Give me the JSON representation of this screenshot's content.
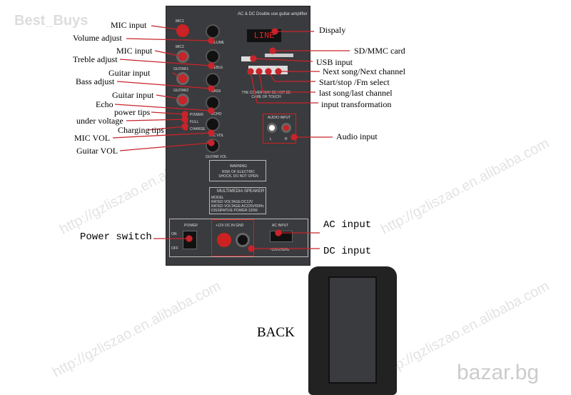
{
  "watermarks": {
    "top_left": "Best_Buys",
    "site": "http://gzliszao.en.alibaba.com",
    "bottom_right": "bazar.bg"
  },
  "panel": {
    "title": "AC & DC Double use guitar-amplifier",
    "display": "LINE",
    "jacks": [
      "MIC1",
      "MIC2",
      "GUITAR1",
      "GUITAR2"
    ],
    "knobs": [
      "VOLUME",
      "TREBLE",
      "BASS",
      "ECHO",
      "MIC VOL",
      "GUITAR VOL"
    ],
    "leds": [
      "POWER",
      "FULL",
      "CHARGE"
    ],
    "heat_warning": "THE COVER MAY BE HOT BE CARE OF TOUCH",
    "audio_input": {
      "title": "AUDIO INPUT",
      "left": "L",
      "right": "R"
    },
    "warning": {
      "title": "WARNING",
      "text": "RISK OF ELECTRIC SHOCK, DO NOT OPEN"
    },
    "spec": {
      "title": "MULTIMEDIA SPEAKER",
      "lines": [
        "MODEL",
        "RATED VOLTAGE:DC12V",
        "RATED VOLTAGE:AC220V/50Hz",
        "DISSIPATIVE POWER:120W"
      ]
    },
    "power": {
      "title": "POWER",
      "on": "ON",
      "off": "OFF"
    },
    "dc": {
      "title": "+12V  DC IN  GND"
    },
    "ac": {
      "title": "AC INPUT",
      "rating": "~220V/50Hz"
    }
  },
  "labels": {
    "mic_input_1": "MIC input",
    "volume_adjust": "Volume adjust",
    "mic_input_2": "MIC input",
    "treble_adjust": "Treble adjust",
    "guitar_input_1": "Guitar input",
    "bass_adjust": "Bass adjust",
    "guitar_input_2": "Guitar input",
    "echo": "Echo",
    "power_tips": "power tips",
    "under_voltage": "under voltage",
    "charging_tips": "Charging tips",
    "mic_vol": "MIC VOL",
    "guitar_vol": "Guitar VOL",
    "display": "Dispaly",
    "sd_card": "SD/MMC card",
    "usb_input": "USB input",
    "next_song": "Next song/Next channel",
    "start_stop": "Start/stop /Fm select",
    "last_song": "last song/last channel",
    "input_transformation": "input transformation",
    "audio_input": "Audio input",
    "ac_input": "AC input",
    "dc_input": "DC input",
    "power_switch": "Power switch",
    "back": "BACK"
  }
}
